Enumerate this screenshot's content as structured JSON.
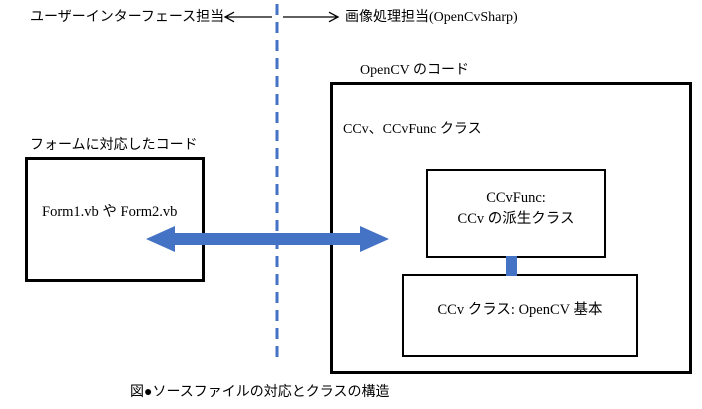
{
  "colors": {
    "accent_blue": "#4472C4",
    "border_black": "#000000",
    "background": "#FFFFFF"
  },
  "header": {
    "left_role_label": "ユーザーインターフェース担当",
    "right_role_label": "画像処理担当(OpenCvSharp)"
  },
  "left_panel": {
    "label": "フォームに対応したコード",
    "box_text": "Form1.vb や Form2.vb"
  },
  "right_panel": {
    "label": "OpenCV のコード",
    "classes_label": "CCv、CCvFunc クラス",
    "derived_class_box": {
      "line1": "CCvFunc:",
      "line2": "CCv の派生クラス"
    },
    "base_class_box": {
      "text": "CCv クラス: OpenCV 基本"
    }
  },
  "caption": "図●ソースファイルの対応とクラスの構造"
}
